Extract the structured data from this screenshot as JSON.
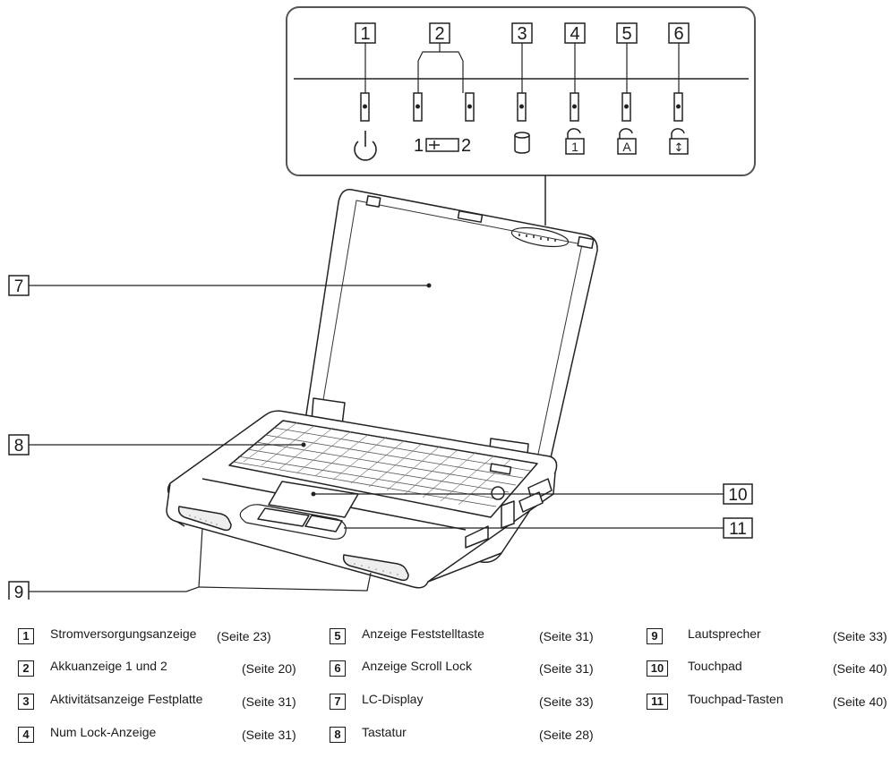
{
  "indicators": [
    {
      "num": "1",
      "icon": "power-icon"
    },
    {
      "num": "2",
      "icon": "battery-icon",
      "left_label": "1",
      "right_label": "2"
    },
    {
      "num": "3",
      "icon": "hard-disk-icon"
    },
    {
      "num": "4",
      "icon": "num-lock-icon",
      "glyph": "1"
    },
    {
      "num": "5",
      "icon": "caps-lock-icon",
      "glyph": "A"
    },
    {
      "num": "6",
      "icon": "scroll-lock-icon",
      "glyph": "↕"
    }
  ],
  "callouts": {
    "display": "7",
    "keyboard": "8",
    "speakers": "9",
    "touchpad": "10",
    "touchpad_buttons": "11"
  },
  "legend": [
    {
      "num": "1",
      "label": "Stromversorgungsanzeige",
      "page": "(Seite 23)"
    },
    {
      "num": "2",
      "label": "Akkuanzeige 1 und 2",
      "page": "(Seite 20)"
    },
    {
      "num": "3",
      "label": "Aktivitätsanzeige Festplatte",
      "page": "(Seite 31)"
    },
    {
      "num": "4",
      "label": "Num Lock-Anzeige",
      "page": "(Seite 31)"
    },
    {
      "num": "5",
      "label": "Anzeige Feststelltaste",
      "page": "(Seite 31)"
    },
    {
      "num": "6",
      "label": "Anzeige Scroll Lock",
      "page": "(Seite 31)"
    },
    {
      "num": "7",
      "label": "LC-Display",
      "page": "(Seite 33)"
    },
    {
      "num": "8",
      "label": "Tastatur",
      "page": "(Seite 28)"
    },
    {
      "num": "9",
      "label": "Lautsprecher",
      "page": "(Seite 33)"
    },
    {
      "num": "10",
      "label": "Touchpad",
      "page": "(Seite 40)"
    },
    {
      "num": "11",
      "label": "Touchpad-Tasten",
      "page": "(Seite 40)"
    }
  ]
}
